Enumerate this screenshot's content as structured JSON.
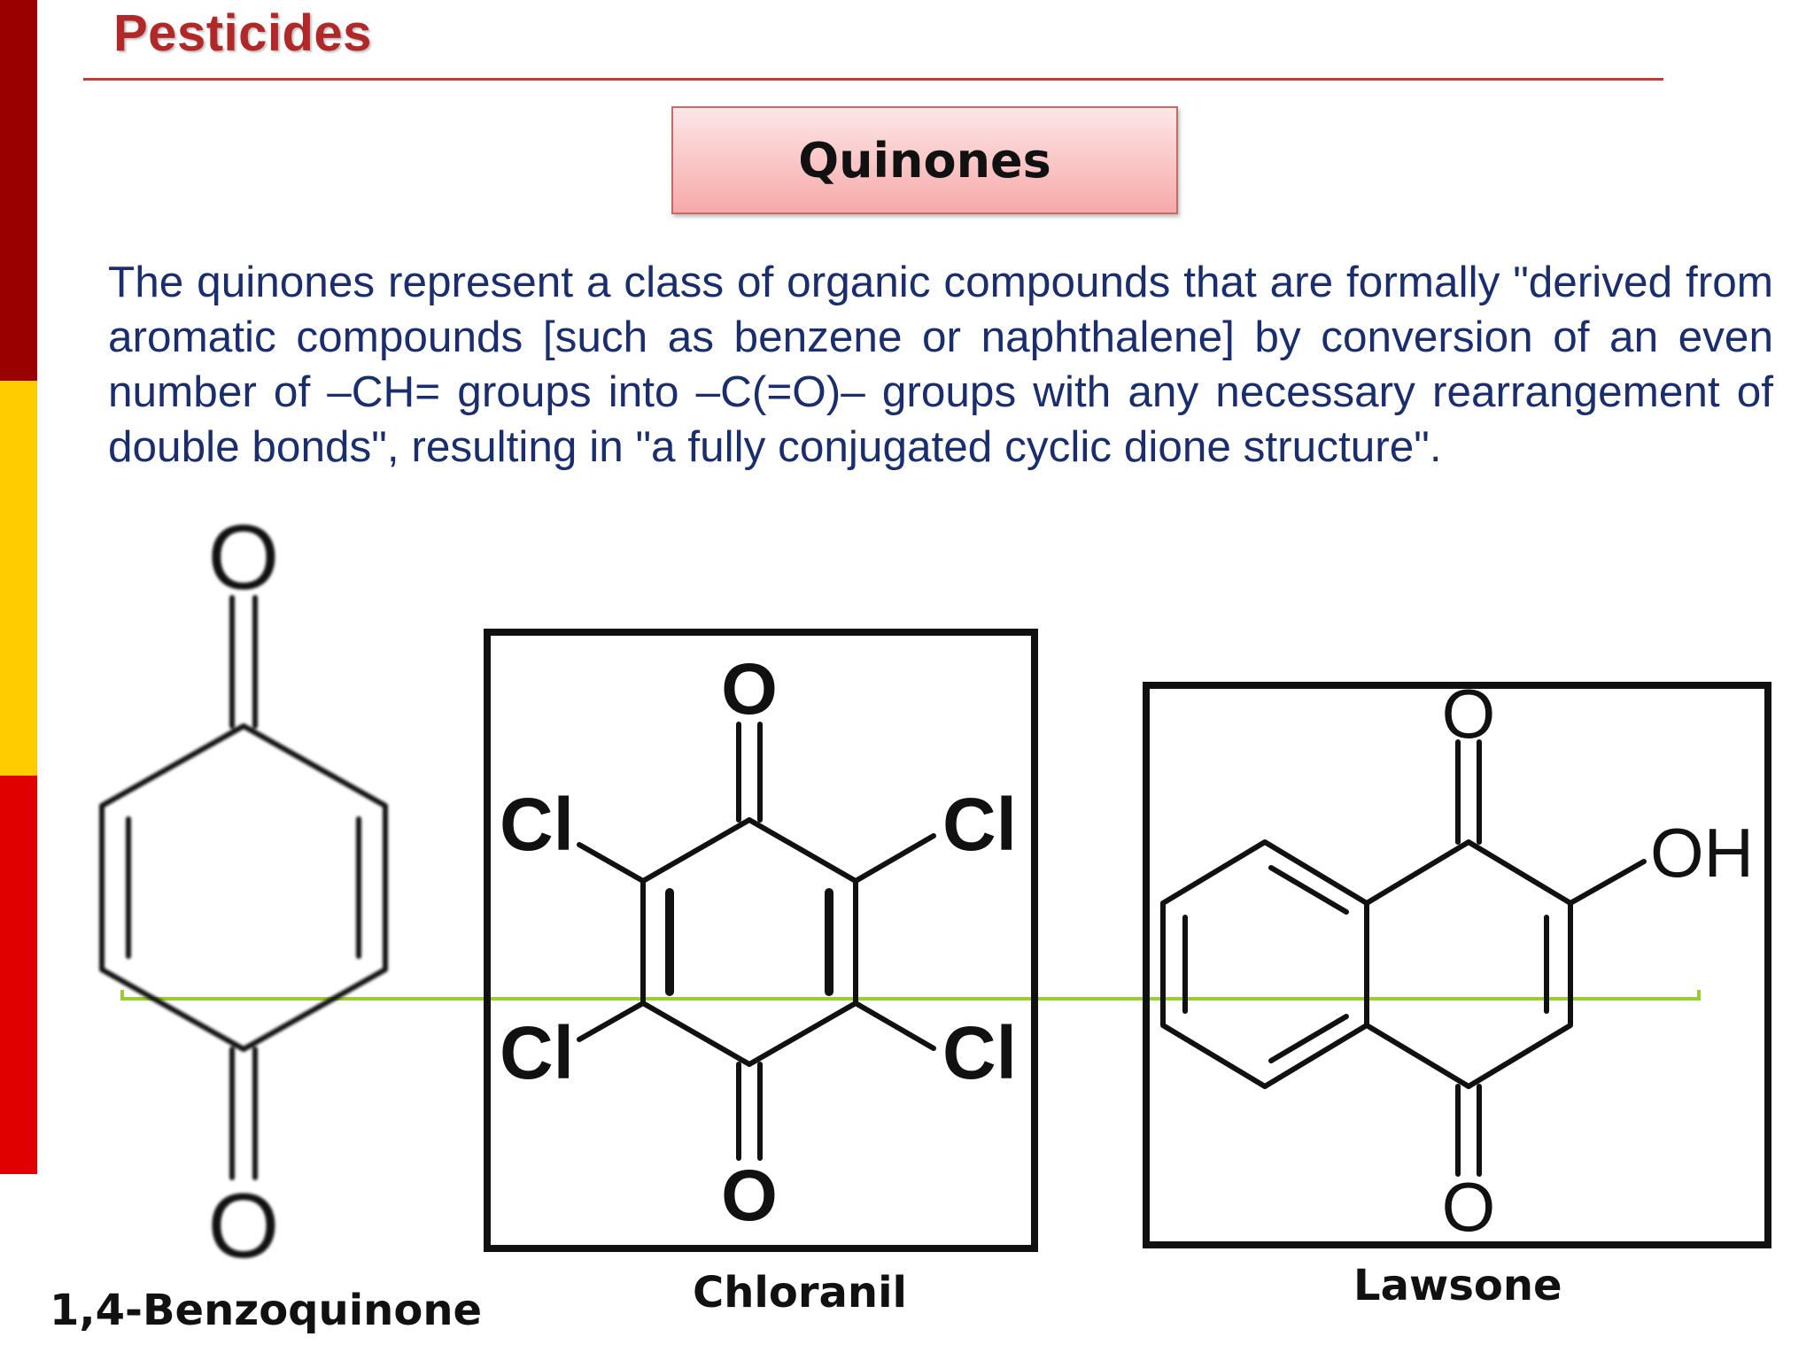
{
  "slide": {
    "title": "Pesticides",
    "section_label": "Quinones",
    "description": "The quinones represent a class of organic compounds that are formally \"derived from aromatic compounds [such as benzene or naphthalene] by conversion of an even number of –CH= groups into –C(=O)– groups with any necessary rearrangement of double bonds\", resulting in \"a fully conjugated cyclic dione structure\".",
    "accent_colors": {
      "title": "#b02828",
      "band_top": "#9b0000",
      "band_middle": "#ffcc00",
      "band_bottom": "#e00000",
      "section_box": "#f6a9a9",
      "body_text": "#1a2e6e",
      "rule": "#9acd32"
    }
  },
  "structures": {
    "benzoquinone": {
      "name": "1,4-Benzoquinone",
      "atom_o": "O"
    },
    "chloranil": {
      "name": "Chloranil",
      "atom_o": "O",
      "atom_cl": "Cl"
    },
    "lawsone": {
      "name": "Lawsone",
      "atom_o": "O",
      "atom_oh": "OH"
    }
  }
}
